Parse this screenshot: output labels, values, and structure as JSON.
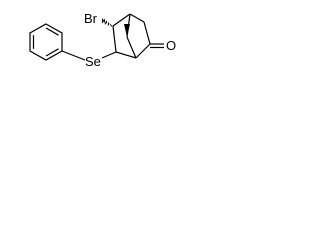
{
  "molecule": {
    "atoms": {
      "bromine": "Br",
      "selenium": "Se",
      "oxygen": "O"
    },
    "colors": {
      "bond": "#000000",
      "background": "#ffffff"
    }
  }
}
